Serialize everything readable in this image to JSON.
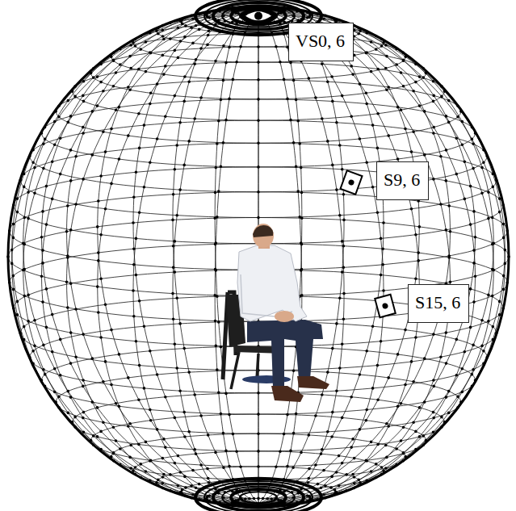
{
  "diagram": {
    "nodes": [
      {
        "text": [
          "VS0, 6"
        ]
      },
      {
        "text": [
          "S9, 6"
        ]
      },
      {
        "text": [
          "S15, 6"
        ]
      }
    ]
  }
}
